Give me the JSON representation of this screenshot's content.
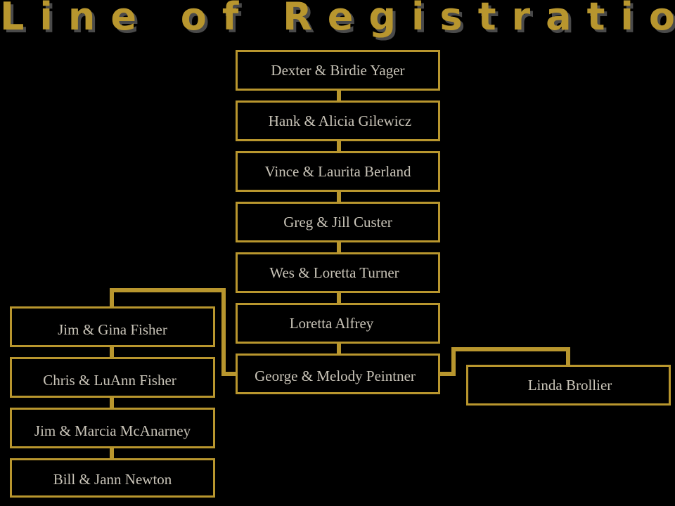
{
  "title": "Line of Registration",
  "colors": {
    "background": "#000000",
    "accent": "#B8962E",
    "text": "#C9C4B8"
  },
  "nodes": [
    {
      "id": "yager",
      "label": "Dexter & Birdie Yager"
    },
    {
      "id": "gilewicz",
      "label": "Hank & Alicia Gilewicz"
    },
    {
      "id": "berland",
      "label": "Vince & Laurita Berland"
    },
    {
      "id": "custer",
      "label": "Greg & Jill Custer"
    },
    {
      "id": "turner",
      "label": "Wes & Loretta Turner"
    },
    {
      "id": "alfrey",
      "label": "Loretta Alfrey"
    },
    {
      "id": "peintner",
      "label": "George & Melody Peintner"
    },
    {
      "id": "brollier",
      "label": "Linda Brollier"
    },
    {
      "id": "jim-gina-fisher",
      "label": "Jim & Gina Fisher"
    },
    {
      "id": "chris-luann-fisher",
      "label": "Chris & LuAnn Fisher"
    },
    {
      "id": "mcanarney",
      "label": "Jim & Marcia McAnarney"
    },
    {
      "id": "newton",
      "label": "Bill & Jann Newton"
    }
  ]
}
